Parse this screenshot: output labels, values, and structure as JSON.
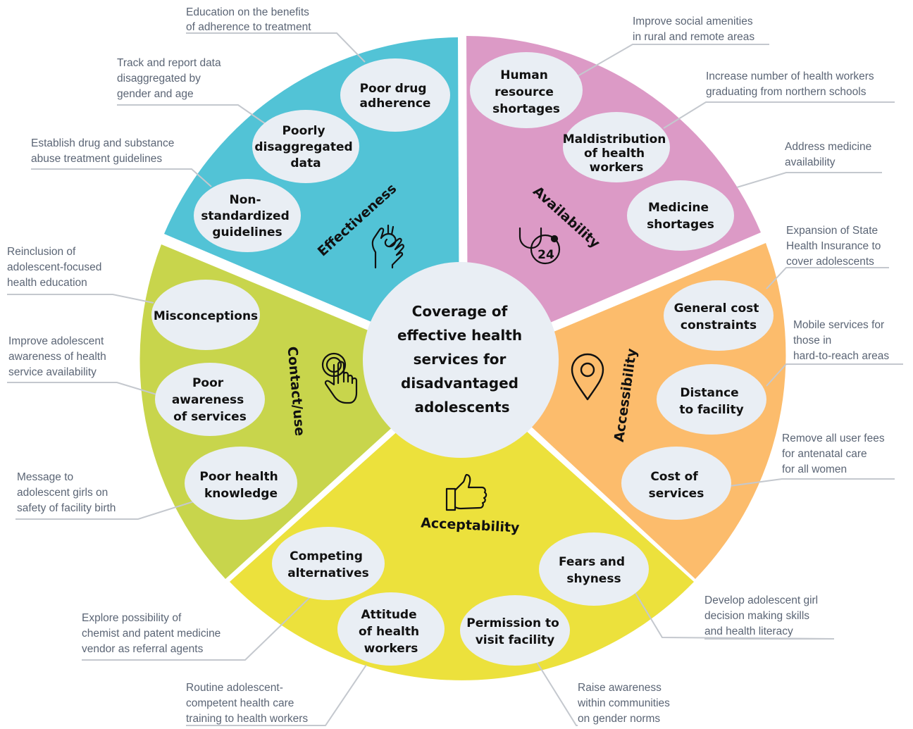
{
  "colors": {
    "effectiveness": "#52c3d6",
    "availability": "#dc9ac6",
    "accessibility": "#fcbc6c",
    "acceptability": "#ece13c",
    "contact": "#c8d54c",
    "bubble": "#e9eef4",
    "leader": "#c4c8ce",
    "annotation_text": "#5b6575"
  },
  "center": {
    "lines": [
      "Coverage of",
      "effective health",
      "services for",
      "disadvantaged",
      "adolescents"
    ]
  },
  "dimensions": {
    "effectiveness": "Effectiveness",
    "availability": "Availability",
    "accessibility": "Accessibility",
    "acceptability": "Acceptability",
    "contact": "Contact/use"
  },
  "icons": {
    "effectiveness": "ok-hand-icon",
    "availability": "stethoscope-24-icon",
    "accessibility": "location-pin-icon",
    "acceptability": "thumbs-up-icon",
    "contact": "touch-hand-icon"
  },
  "bubbles": {
    "poor_drug_adherence": [
      "Poor drug",
      "adherence"
    ],
    "poorly_disaggregated": [
      "Poorly",
      "disaggregated",
      "data"
    ],
    "non_standardized": [
      "Non-",
      "standardized",
      "guidelines"
    ],
    "human_resource": [
      "Human",
      "resource",
      "shortages"
    ],
    "maldistribution": [
      "Maldistribution",
      "of health",
      "workers"
    ],
    "medicine_shortages": [
      "Medicine",
      "shortages"
    ],
    "general_cost": [
      "General cost",
      "constraints"
    ],
    "distance": [
      "Distance",
      "to facility"
    ],
    "cost_services": [
      "Cost of",
      "services"
    ],
    "fears": [
      "Fears and",
      "shyness"
    ],
    "permission": [
      "Permission to",
      "visit facility"
    ],
    "attitude": [
      "Attitude",
      "of health",
      "workers"
    ],
    "competing": [
      "Competing",
      "alternatives"
    ],
    "misconceptions": [
      "Misconceptions"
    ],
    "poor_awareness": [
      "Poor",
      "awareness",
      "of services"
    ],
    "poor_knowledge": [
      "Poor health",
      "knowledge"
    ]
  },
  "annotations": {
    "education": [
      "Education on the benefits",
      "of adherence to treatment"
    ],
    "track": [
      "Track and report data",
      "disaggregated by",
      "gender and age"
    ],
    "establish": [
      "Establish drug and substance",
      "abuse treatment guidelines"
    ],
    "reinclusion": [
      "Reinclusion of",
      "adolescent-focused",
      "health education"
    ],
    "improve_awareness": [
      "Improve adolescent",
      "awareness of health",
      "service availability"
    ],
    "message": [
      "Message to",
      "adolescent girls on",
      "safety of facility birth"
    ],
    "explore": [
      "Explore possibility of",
      "chemist and patent medicine",
      "vendor as referral agents"
    ],
    "routine": [
      "Routine adolescent-",
      "competent health care",
      "training to health workers"
    ],
    "raise": [
      "Raise awareness",
      "within communities",
      "on gender norms"
    ],
    "develop": [
      "Develop adolescent girl",
      "decision making skills",
      "and health literacy"
    ],
    "remove_fees": [
      "Remove all user fees",
      "for antenatal care",
      "for all women"
    ],
    "mobile": [
      "Mobile services for",
      "those in",
      "hard-to-reach areas"
    ],
    "expansion": [
      "Expansion of State",
      "Health Insurance to",
      "cover adolescents"
    ],
    "medicine_avail": [
      "Address medicine",
      "availability"
    ],
    "health_workers": [
      "Increase number of health workers",
      "graduating from northern schools"
    ],
    "social": [
      "Improve social amenities",
      "in rural and remote areas"
    ]
  }
}
